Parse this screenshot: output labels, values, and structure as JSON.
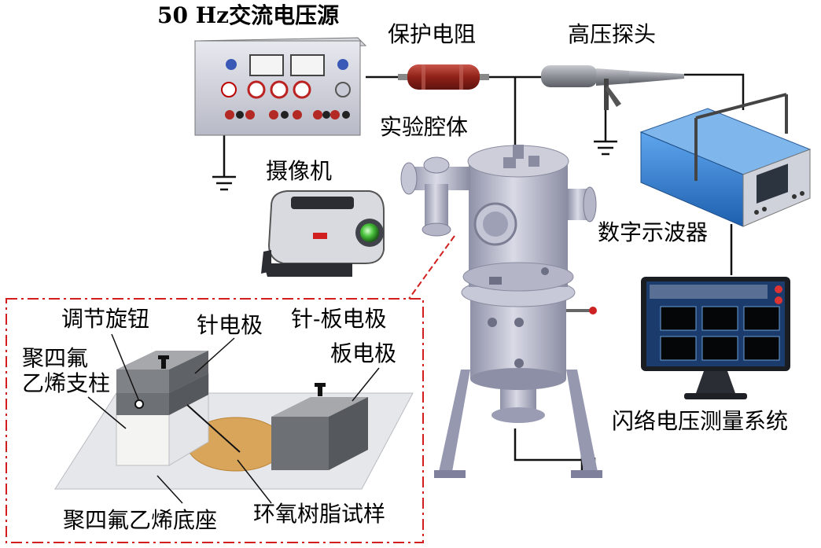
{
  "labels": {
    "source": "50 Hz交流电压源",
    "resistor": "保护电阻",
    "probe": "高压探头",
    "chamber": "实验腔体",
    "camera": "摄像机",
    "oscilloscope": "数字示波器",
    "flashover_system": "闪络电压测量系统",
    "adjust_knob": "调节旋钮",
    "needle_electrode": "针电极",
    "needle_plate_electrode": "针-板电极",
    "ptfe_column": "聚四氟\n乙烯支柱",
    "plate_electrode": "板电极",
    "ptfe_base": "聚四氟乙烯底座",
    "epoxy_sample": "环氧树脂试样"
  },
  "colors": {
    "inset_border": "#d21e1e",
    "sample": "#d9a55a",
    "electrode_block": "#6d7075",
    "chamber_metal": "#aeb0c4",
    "scope_blue": "#2e7fd0",
    "resistor_red": "#9a2a22"
  }
}
